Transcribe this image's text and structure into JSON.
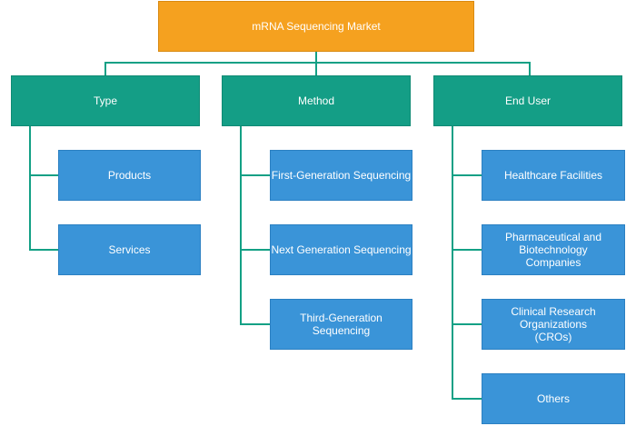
{
  "title": "mRNA Sequencing Market",
  "categories": [
    {
      "label": "Type",
      "items": [
        "Products",
        "Services"
      ]
    },
    {
      "label": "Method",
      "items": [
        "First-Generation Sequencing",
        "Next Generation Sequencing",
        "Third-Generation Sequencing"
      ]
    },
    {
      "label": "End User",
      "items": [
        "Healthcare Facilities",
        "Pharmaceutical and Biotechnology Companies",
        "Clinical Research Organizations (CROs)",
        "Others"
      ]
    }
  ],
  "colors": {
    "root": "#f5a11f",
    "category": "#149e86",
    "leaf": "#3a94d8",
    "connector": "#13a085"
  }
}
